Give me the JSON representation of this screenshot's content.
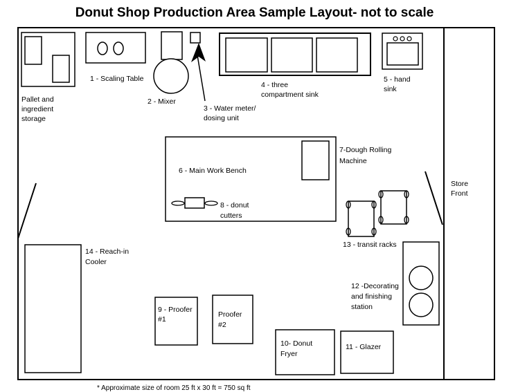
{
  "title": "Donut Shop Production Area Sample Layout- not to scale",
  "labels": {
    "pallet": [
      "Pallet and",
      "ingredient",
      "storage"
    ],
    "scaling_table": [
      "1 - Scaling Table"
    ],
    "mixer": [
      "2 - Mixer"
    ],
    "water_meter": [
      "3 - Water meter/",
      "dosing unit"
    ],
    "sink": [
      "4 - three",
      "compartment sink"
    ],
    "hand_sink": [
      "5 - hand",
      "sink"
    ],
    "work_bench": [
      "6 - Main Work Bench"
    ],
    "dough_rolling": [
      "7-Dough Rolling",
      "Machine"
    ],
    "cutters": [
      "8 - donut",
      "cutters"
    ],
    "proofer1": [
      "9 - Proofer",
      "#1"
    ],
    "proofer2": [
      "Proofer",
      "#2"
    ],
    "fryer": [
      "10- Donut",
      "Fryer"
    ],
    "glazer": [
      "11 - Glazer"
    ],
    "decorating": [
      "12 -Decorating",
      "and finishing",
      "station"
    ],
    "transit_racks": [
      "13 - transit racks"
    ],
    "cooler": [
      "14 - Reach-in",
      "Cooler"
    ],
    "store_front": [
      "Store",
      "Front"
    ]
  },
  "footnote": "*  Approximate size of room 25 ft x 30 ft = 750 sq ft"
}
